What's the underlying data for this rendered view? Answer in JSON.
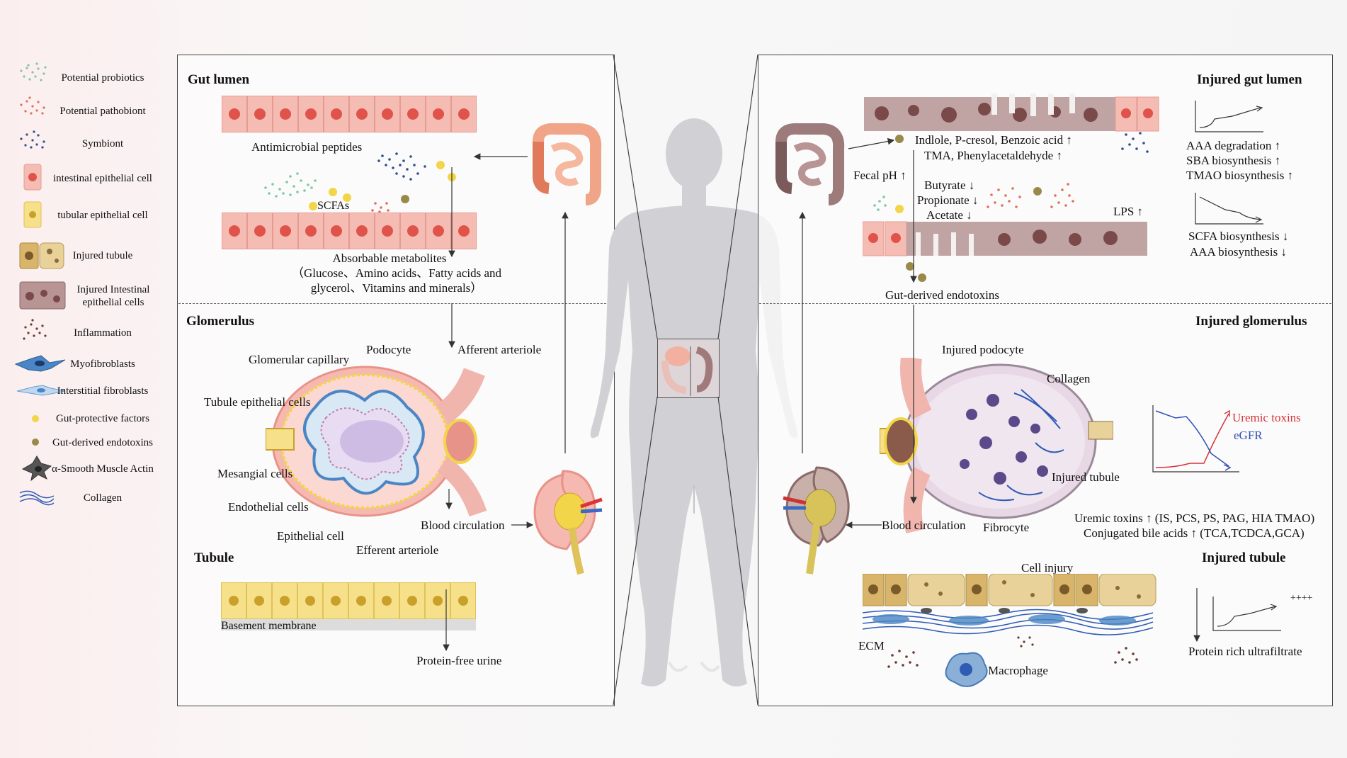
{
  "legend": {
    "items": [
      {
        "label": "Potential probiotics",
        "icon": "probiotics-dots-icon",
        "color": "#7fc8a0"
      },
      {
        "label": "Potential pathobiont",
        "icon": "pathobiont-dots-icon",
        "color": "#e0705a"
      },
      {
        "label": "Symbiont",
        "icon": "symbiont-dots-icon",
        "color": "#2f4f8f"
      },
      {
        "label": "intestinal epithelial cell",
        "icon": "intestinal-cell-icon",
        "color": "#f5bcb4"
      },
      {
        "label": "tubular epithelial cell",
        "icon": "tubular-cell-icon",
        "color": "#f7e08a"
      },
      {
        "label": "Injured tubule",
        "icon": "injured-tubule-icon",
        "color": "#d8b56a"
      },
      {
        "label": "Injured Intestinal epithelial cells",
        "icon": "injured-intestinal-cell-icon",
        "color": "#9e7b7b"
      },
      {
        "label": "Inflammation",
        "icon": "inflammation-dots-icon",
        "color": "#6b3a2a"
      },
      {
        "label": "Myofibroblasts",
        "icon": "myofibroblast-icon",
        "color": "#4a86c5"
      },
      {
        "label": "Interstitial fibroblasts",
        "icon": "fibroblast-icon",
        "color": "#8ab8e0"
      },
      {
        "label": "Gut-protective factors",
        "icon": "protective-factor-dot-icon",
        "color": "#f2d548"
      },
      {
        "label": "Gut-derived endotoxins",
        "icon": "endotoxin-dot-icon",
        "color": "#9a8a4a"
      },
      {
        "label": "α-Smooth Muscle Actin",
        "icon": "smooth-muscle-actin-icon",
        "color": "#555555"
      },
      {
        "label": "Collagen",
        "icon": "collagen-icon",
        "color": "#2f5bb5"
      }
    ]
  },
  "left": {
    "gut_title": "Gut lumen",
    "antimicrobial": "Antimicrobial peptides",
    "scfas": "SCFAs",
    "absorbable": "Absorbable metabolites",
    "absorbable_detail1": "（Glucose、Amino acids、Fatty acids and",
    "absorbable_detail2": "glycerol、Vitamins and minerals）",
    "glom_title": "Glomerulus",
    "podocyte": "Podocyte",
    "glom_capillary": "Glomerular capillary",
    "afferent": "Afferent arteriole",
    "tubule_epi": "Tubule epithelial cells",
    "mesangial": "Mesangial cells",
    "endothelial": "Endothelial cells",
    "epithelial": "Epithelial cell",
    "efferent": "Efferent arteriole",
    "blood": "Blood circulation",
    "tubule_title": "Tubule",
    "basement": "Basement membrane",
    "protein_free": "Protein-free urine"
  },
  "right": {
    "gut_title": "Injured gut lumen",
    "metab1": "Indlole, P-cresol, Benzoic acid ↑",
    "metab2": "TMA, Phenylacetaldehyde ↑",
    "fecal": "Fecal pH ↑",
    "butyrate": "Butyrate ↓",
    "propionate": "Propionate ↓",
    "acetate": "Acetate ↓",
    "lps": "LPS ↑",
    "aaa_deg": "AAA degradation ↑",
    "sba": "SBA biosynthesis ↑",
    "tmao": "TMAO biosynthesis ↑",
    "scfa_bio": "SCFA biosynthesis ↓",
    "aaa_bio": "AAA biosynthesis ↓",
    "endotoxins": "Gut-derived endotoxins",
    "glom_title": "Injured glomerulus",
    "inj_podocyte": "Injured podocyte",
    "collagen": "Collagen",
    "inj_tubule": "Injured tubule",
    "fibrocyte": "Fibrocyte",
    "blood": "Blood circulation",
    "uremic": "Uremic toxins",
    "egfr": "eGFR",
    "uremic_list": "Uremic toxins ↑ (IS, PCS, PS, PAG, HIA TMAO)",
    "bile_list": "Conjugated bile acids ↑ (TCA,TCDCA,GCA)",
    "tubule_title": "Injured tubule",
    "cell_injury": "Cell injury",
    "ecm": "ECM",
    "macrophage": "Macrophage",
    "protein_rich": "Protein rich ultrafiltrate",
    "plus": "++++"
  },
  "colors": {
    "uremic": "#d6333a",
    "egfr": "#2f4fb5"
  }
}
